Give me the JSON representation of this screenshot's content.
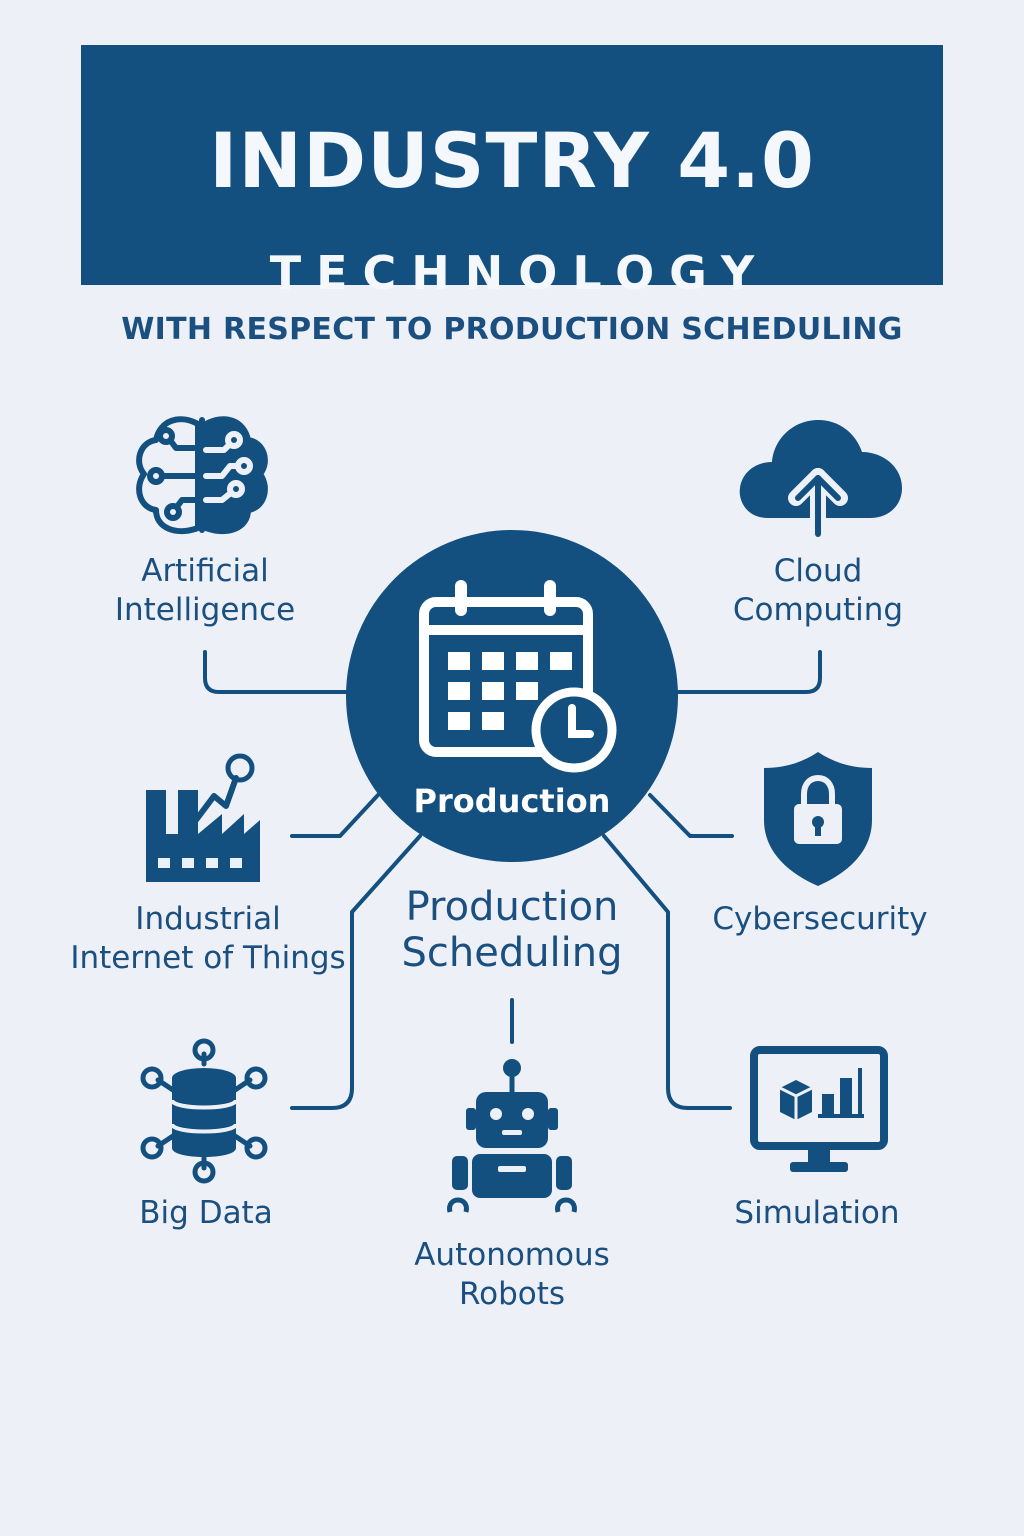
{
  "header": {
    "title": "INDUSTRY 4.0",
    "subtitle": "TECHNOLOGY",
    "tagline": "WITH RESPECT TO PRODUCTION SCHEDULING"
  },
  "hub": {
    "label": "Production",
    "icon": "calendar-clock-icon"
  },
  "focus": {
    "line1": "Production",
    "line2": "Scheduling"
  },
  "nodes": {
    "ai": {
      "line1": "Artificial",
      "line2": "Intelligence",
      "icon": "brain-circuit-icon"
    },
    "cloud": {
      "line1": "Cloud",
      "line2": "Computing",
      "icon": "cloud-upload-icon"
    },
    "iiot": {
      "line1": "Industrial",
      "line2": "Internet of Things",
      "icon": "factory-icon"
    },
    "security": {
      "label": "Cybersecurity",
      "icon": "shield-lock-icon"
    },
    "bigdata": {
      "label": "Big Data",
      "icon": "database-network-icon"
    },
    "robots": {
      "line1": "Autonomous",
      "line2": "Robots",
      "icon": "robot-icon"
    },
    "simulation": {
      "label": "Simulation",
      "icon": "monitor-chart-icon"
    }
  },
  "colors": {
    "primary": "#13507F",
    "text": "#1A4F80",
    "background": "#EDF1F7",
    "banner_text": "#F4F7FB"
  }
}
